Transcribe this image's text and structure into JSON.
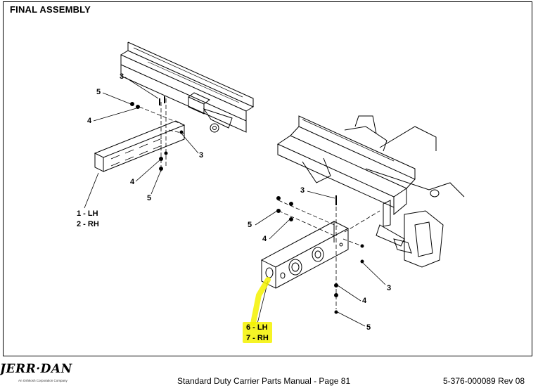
{
  "page": {
    "title": "FINAL ASSEMBLY"
  },
  "callouts": {
    "left": {
      "c3": "3",
      "c5_top": "5",
      "c4_top": "4",
      "c3_mid": "3",
      "c4_bottom": "4",
      "c5_bottom": "5",
      "part_lh": "1 - LH",
      "part_rh": "2 - RH"
    },
    "right": {
      "c3_top": "3",
      "c5_left": "5",
      "c4_left": "4",
      "c3_right": "3",
      "c4_bottom": "4",
      "c5_bottom": "5",
      "part_lh": "6 - LH",
      "part_rh": "7 - RH"
    }
  },
  "highlight_color": "#f5f200",
  "footer": {
    "logo": "JERR·DAN",
    "tagline": "An Oshkosh Corporation Company",
    "manual": "Standard Duty Carrier Parts Manual  -  Page 81",
    "doc_number": "5-376-000089    Rev 08"
  }
}
